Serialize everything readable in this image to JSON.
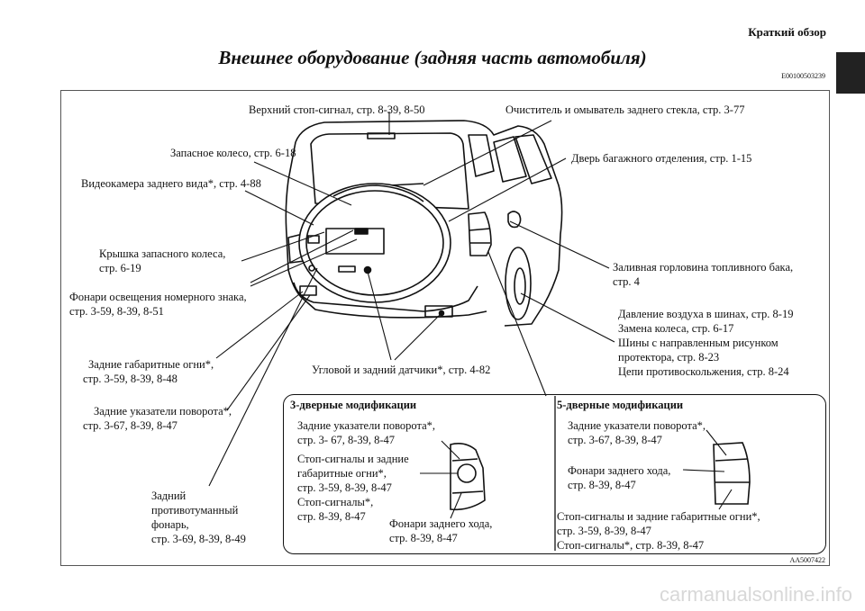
{
  "header": {
    "section": "Краткий обзор",
    "title": "Внешнее оборудование (задняя часть автомобиля)",
    "code": "E00100503239"
  },
  "labels": {
    "high_brake": "Верхний стоп-сигнал, стр. 8-39, 8-50",
    "washer": "Очиститель и омыватель заднего стекла, стр. 3-77",
    "spare_wheel": "Запасное колесо, стр. 6-18",
    "tailgate": "Дверь багажного отделения, стр. 1-15",
    "camera": "Видеокамера заднего вида*, стр. 4-88",
    "cover_1": "Крышка запасного колеса,",
    "cover_2": "стр. 6-19",
    "fuel_1": "Заливная горловина топливного бака,",
    "fuel_2": "стр. 4",
    "plate_1": "Фонари освещения номерного знака,",
    "plate_2": "стр. 3-59, 8-39,  8-51",
    "tyres_1": "Давление воздуха в шинах, стр. 8-19",
    "tyres_2": "Замена колеса, стр. 6-17",
    "tyres_3": "Шины с направленным рисунком",
    "tyres_4": "протектора, стр. 8-23",
    "tyres_5": "Цепи противоскольжения, стр. 8-24",
    "tail_1": "Задние габаритные огни*,",
    "tail_2": "стр. 3-59, 8-39, 8-48",
    "sensors": "Угловой и задний датчики*, стр. 4-82",
    "turn_1": "Задние указатели поворота*,",
    "turn_2": "стр. 3-67, 8-39, 8-47",
    "fog_1": "Задний",
    "fog_2": "противотуманный",
    "fog_3": "фонарь,",
    "fog_4": "стр. 3-69, 8-39, 8-49"
  },
  "inset3": {
    "heading": "3-дверные модификации",
    "turn_1": "Задние указатели поворота*,",
    "turn_2": "стр. 3- 67, 8-39, 8-47",
    "stop_1": "Стоп-сигналы и задние",
    "stop_2": "габаритные огни*,",
    "stop_3": "стр. 3-59, 8-39, 8-47",
    "stop_4": "Стоп-сигналы*,",
    "stop_5": "стр. 8-39, 8-47",
    "rev_1": "Фонари заднего хода,",
    "rev_2": "стр. 8-39, 8-47"
  },
  "inset5": {
    "heading": "5-дверные модификации",
    "turn_1": "Задние указатели поворота*,",
    "turn_2": "стр. 3-67, 8-39, 8-47",
    "rev_1": "Фонари заднего хода,",
    "rev_2": "стр. 8-39, 8-47",
    "stop_1": "Стоп-сигналы и задние габаритные огни*,",
    "stop_2": "стр. 3-59, 8-39, 8-47",
    "stop_3": "Стоп-сигналы*, стр. 8-39, 8-47"
  },
  "figure_code": "AA5007422",
  "watermark": "carmanualsonline.info"
}
